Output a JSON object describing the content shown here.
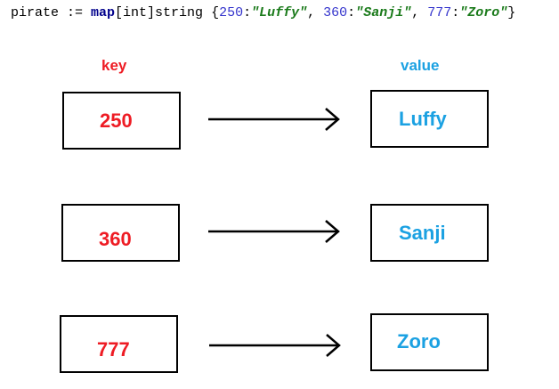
{
  "code": {
    "var": "pirate",
    "op": " := ",
    "kw": "map",
    "type": "[int]string ",
    "brace_open": "{",
    "brace_close": "}",
    "entries": [
      {
        "k": "250",
        "v": "\"Luffy\""
      },
      {
        "k": "360",
        "v": "\"Sanji\""
      },
      {
        "k": "777",
        "v": "\"Zoro\""
      }
    ]
  },
  "key_header": "key",
  "value_header": "value",
  "rows": [
    {
      "key": "250",
      "value": "Luffy"
    },
    {
      "key": "360",
      "value": "Sanji"
    },
    {
      "key": "777",
      "value": "Zoro"
    }
  ],
  "colors": {
    "key": "#ee1c24",
    "value": "#1ba1e2",
    "line": "#000000"
  }
}
